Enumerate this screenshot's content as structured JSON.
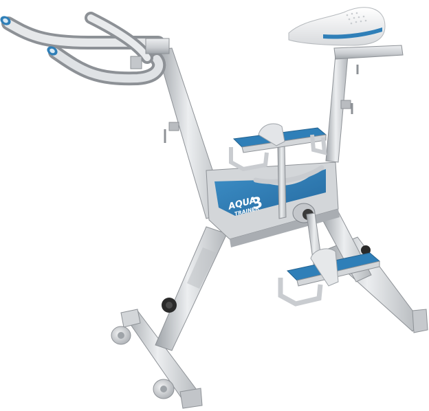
{
  "product": {
    "brand_line1": "AQUA",
    "brand_line2": "TRAINER",
    "model_number": "3"
  },
  "colors": {
    "frame": "#c9ccd0",
    "frame_shadow": "#9ea3a8",
    "frame_highlight": "#eceef0",
    "accent_blue": "#2f7fb8",
    "seat_white": "#f4f5f6",
    "knob_dark": "#2a2a2a"
  },
  "icons": {
    "handlebar_grip": "blue-ring-grip",
    "wheel": "caster-wheel"
  }
}
